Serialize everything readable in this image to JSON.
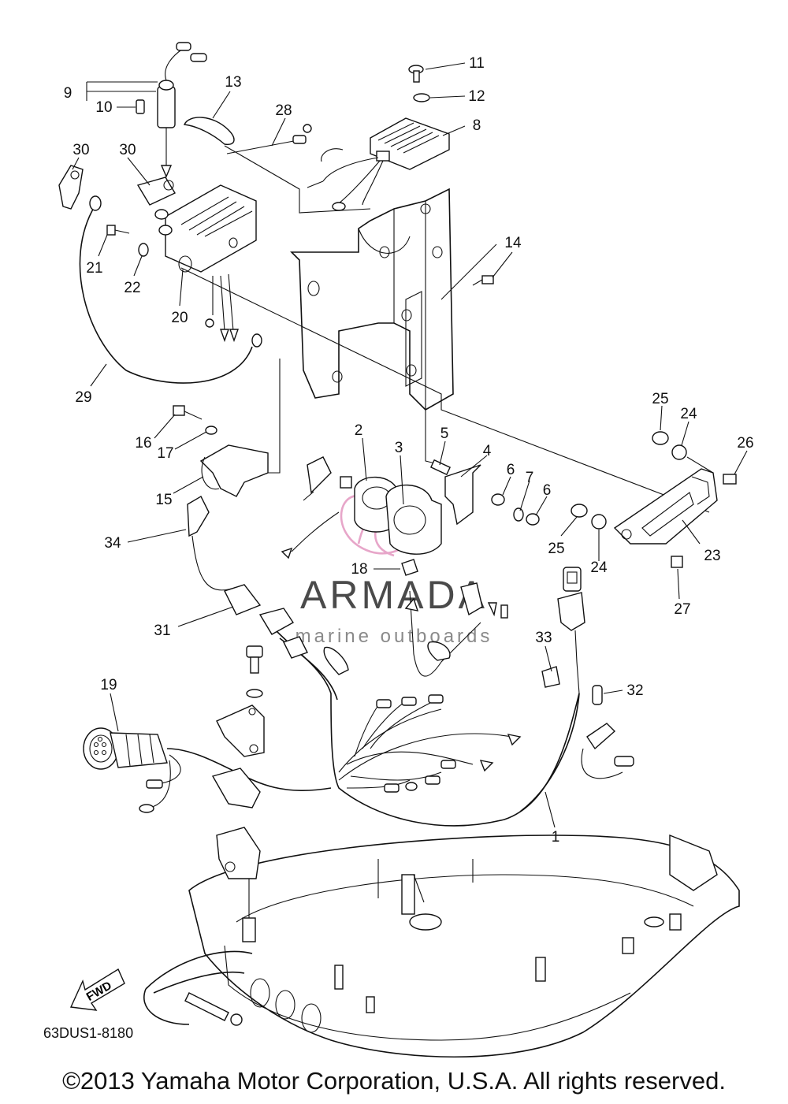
{
  "diagram": {
    "part_labels": [
      "1",
      "2",
      "3",
      "4",
      "5",
      "6",
      "6",
      "7",
      "8",
      "9",
      "10",
      "11",
      "12",
      "13",
      "14",
      "15",
      "16",
      "17",
      "18",
      "19",
      "20",
      "21",
      "22",
      "23",
      "24",
      "24",
      "25",
      "25",
      "26",
      "27",
      "28",
      "29",
      "30",
      "30",
      "31",
      "32",
      "33",
      "34"
    ],
    "direction_label": "FWD",
    "drawing_code": "63DUS1-8180"
  },
  "watermark": {
    "brand": "ARMADA",
    "tagline": "marine outboards",
    "color": "#e7a6c9"
  },
  "copyright": "©2013 Yamaha Motor Corporation, U.S.A. All rights reserved."
}
